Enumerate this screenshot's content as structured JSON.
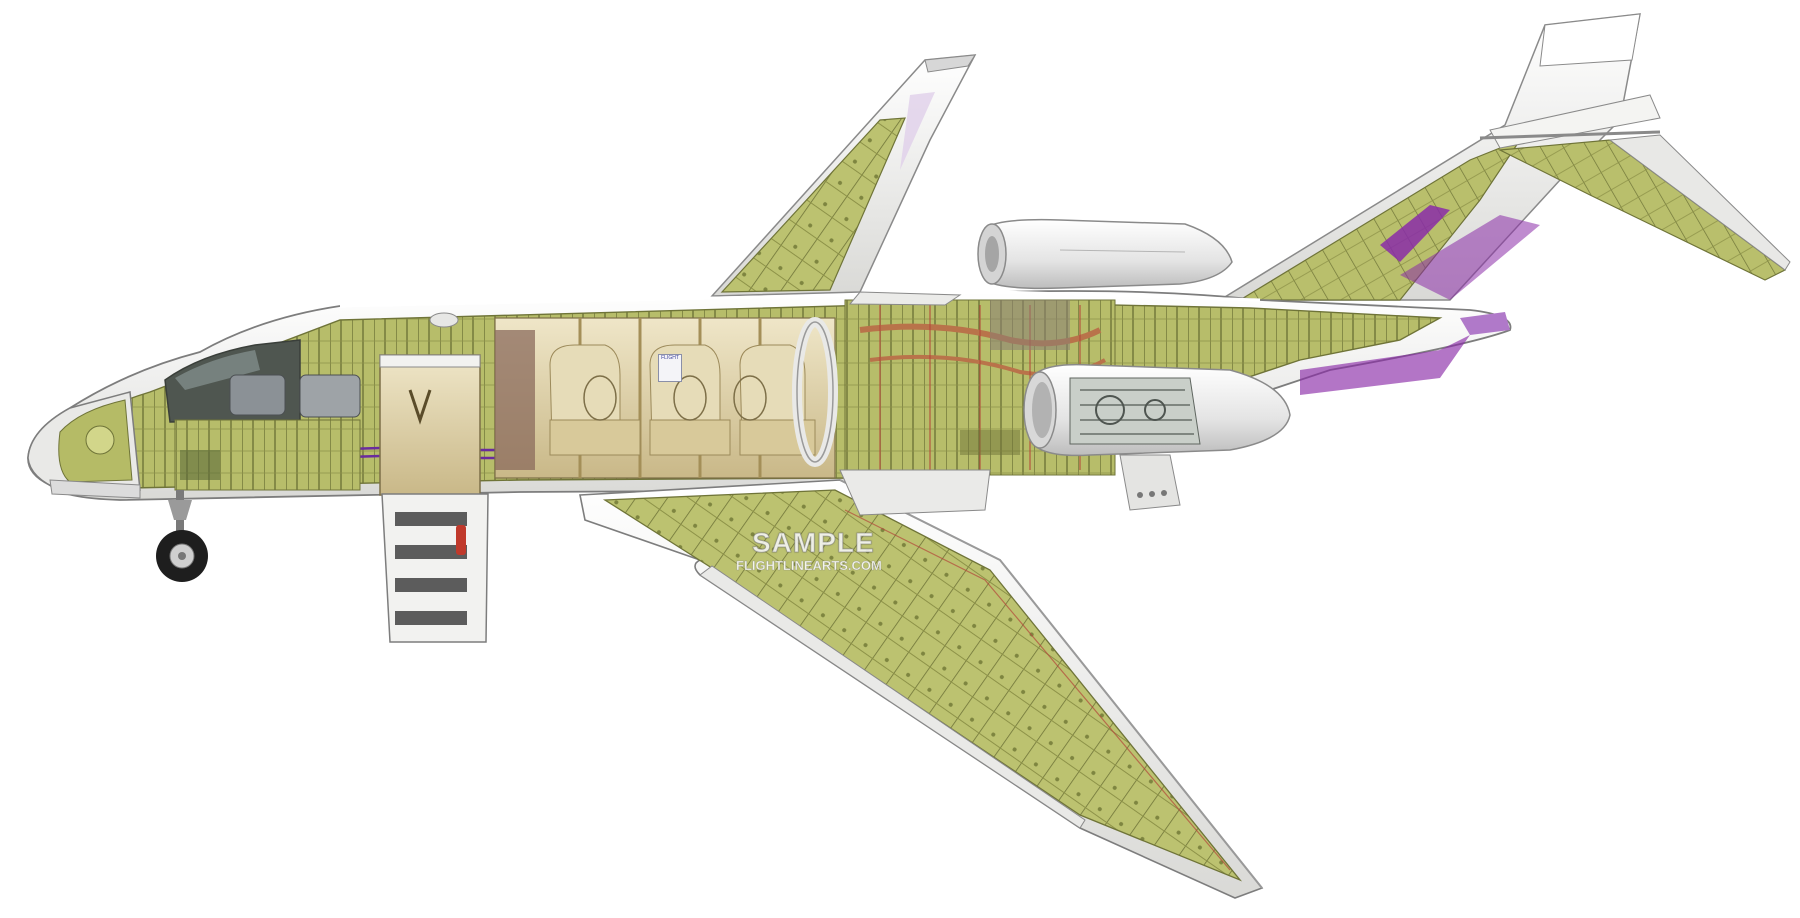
{
  "image": {
    "subject": "business-jet-cutaway-illustration",
    "background_color": "#ffffff"
  },
  "colors": {
    "fuselage_skin": "#f3f3f1",
    "structure_green": "#b7bd6a",
    "structure_dark": "#6f7438",
    "interior_tan": "#d8c79a",
    "seat_cream": "#e6dcb8",
    "livery_purple": "#8a2ba8",
    "engine_white": "#ededed",
    "tire_black": "#1e1e1e",
    "wiring_red": "#b4473a",
    "copper": "#b9734a"
  },
  "watermark": {
    "main": "SAMPLE",
    "sub": "FLIGHTLINEARTS.COM"
  },
  "placard": {
    "text": "FLIGHT"
  },
  "icons": [
    "aircraft-fuselage-icon",
    "cockpit-icon",
    "nose-gear-icon",
    "cabin-door-icon",
    "airstair-icon",
    "cabin-seat-icon",
    "engine-nacelle-icon",
    "wing-icon",
    "vertical-tail-icon",
    "horizontal-stabilizer-icon"
  ]
}
